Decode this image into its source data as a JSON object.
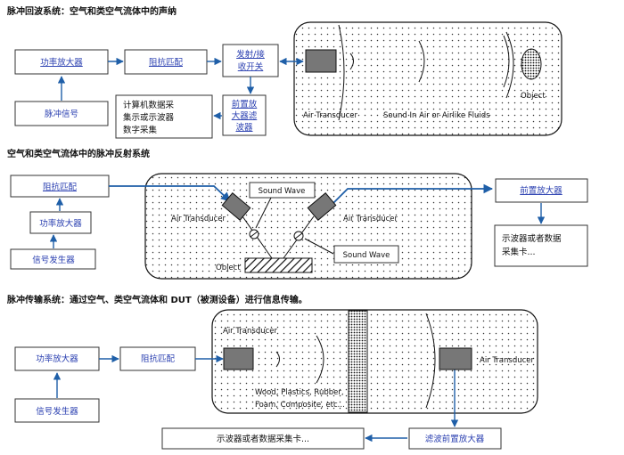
{
  "colors": {
    "arrow": "#1f5fa8",
    "link_text": "#2a3fb0",
    "dots": "#333333"
  },
  "section1": {
    "title": "脉冲回波系统：空气和类空气流体中的声纳",
    "power_amp": "功率放大器",
    "impedance": "阻抗匹配",
    "tr_switch_1": "发射/接",
    "tr_switch_2": "收开关",
    "pulse_signal": "脉冲信号",
    "preamp_1": "前置放",
    "preamp_2": "大器滤",
    "preamp_3": "波器",
    "daq_1": "计算机数据采",
    "daq_2": "集示或示波器",
    "daq_3": "数字采集",
    "air_transducer": "Air Transducer",
    "medium": "Sound In Air or Airlike Fluids",
    "object": "Object"
  },
  "section2": {
    "title": "空气和类空气流体中的脉冲反射系统",
    "impedance": "阻抗匹配",
    "power_amp": "功率放大器",
    "signal_gen": "信号发生器",
    "preamp": "前置放大器",
    "scope_1": "示波器或者数据",
    "scope_2": "采集卡...",
    "sound_wave": "Sound Wave",
    "air_transducer_left": "Air Transducer",
    "air_transducer_right": "Air Transducer",
    "object": "Object"
  },
  "section3": {
    "title": "脉冲传输系统：通过空气、类空气流体和 DUT（被测设备）进行信息传输。",
    "power_amp": "功率放大器",
    "impedance": "阻抗匹配",
    "signal_gen": "信号发生器",
    "air_transducer_left": "Air Transducer",
    "air_transducer_right": "Air Transducer",
    "materials_1": "Wood, Plastics, Rubber,",
    "materials_2": "Foam, Composite, etc...",
    "scope": "示波器或者数据采集卡...",
    "filter_preamp": "滤波前置放大器"
  }
}
